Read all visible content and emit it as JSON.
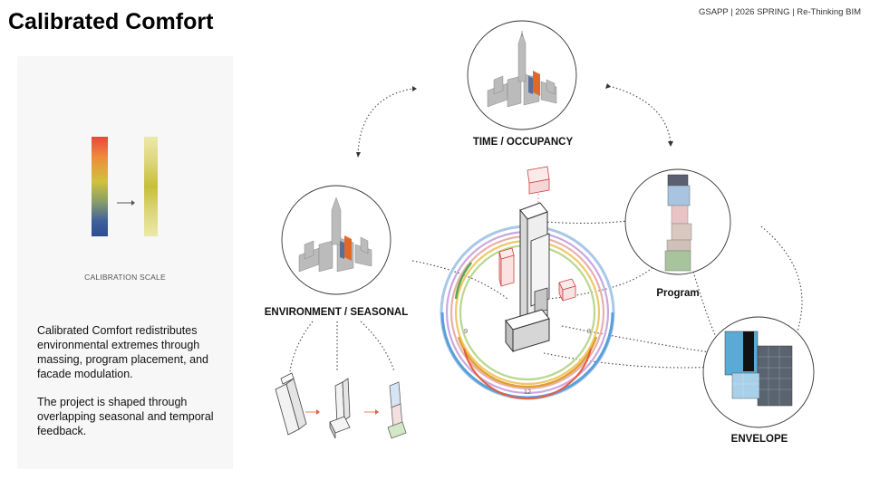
{
  "title": "Calibrated Comfort",
  "course": "GSAPP | 2026 SPRING | Re-Thinking BIM",
  "calibration": {
    "label": "CALIBRATION SCALE",
    "source_colors": [
      "#e8463c",
      "#f08a3c",
      "#cfc23c",
      "#8a9e6a",
      "#3f5f9c"
    ],
    "target_colors": [
      "#ece9a8",
      "#c7bf3a",
      "#ece9a8"
    ]
  },
  "description": {
    "p1": "Calibrated Comfort redistributes environmental extremes through massing, program placement, and facade modulation.",
    "p2": "The project is shaped through overlapping seasonal and temporal feedback."
  },
  "nodes": {
    "time": "TIME / OCCUPANCY",
    "environment": "ENVIRONMENT / SEASONAL",
    "program": "Program",
    "envelope": "ENVELOPE"
  },
  "dial": {
    "ticks": [
      "9",
      "12",
      "3"
    ],
    "ring_colors": [
      "#a8c8e8",
      "#c9a8e0",
      "#e89c9c",
      "#f0c060",
      "#a8d070"
    ]
  }
}
